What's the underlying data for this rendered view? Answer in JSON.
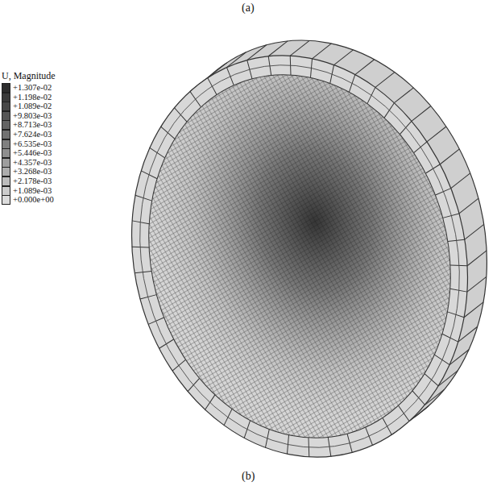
{
  "diagram": {
    "labels": [
      "(a)",
      "U, Magnitude",
      "(b)"
    ],
    "legend": [
      {
        "text": "+1.307e-02",
        "color": "#2e2e2e"
      },
      {
        "text": "+1.198e-02",
        "color": "#3b3b3b"
      },
      {
        "text": "+1.089e-02",
        "color": "#484848"
      },
      {
        "text": "+9.803e-03",
        "color": "#565656"
      },
      {
        "text": "+8.713e-03",
        "color": "#646464"
      },
      {
        "text": "+7.624e-03",
        "color": "#727272"
      },
      {
        "text": "+6.535e-03",
        "color": "#808080"
      },
      {
        "text": "+5.446e-03",
        "color": "#8f8f8f"
      },
      {
        "text": "+4.357e-03",
        "color": "#9e9e9e"
      },
      {
        "text": "+3.268e-03",
        "color": "#adadad"
      },
      {
        "text": "+2.178e-03",
        "color": "#bcbcbc"
      },
      {
        "text": "+1.089e-03",
        "color": "#cccccc"
      },
      {
        "text": "+0.000e+00",
        "color": "#dcdcdc"
      }
    ]
  }
}
